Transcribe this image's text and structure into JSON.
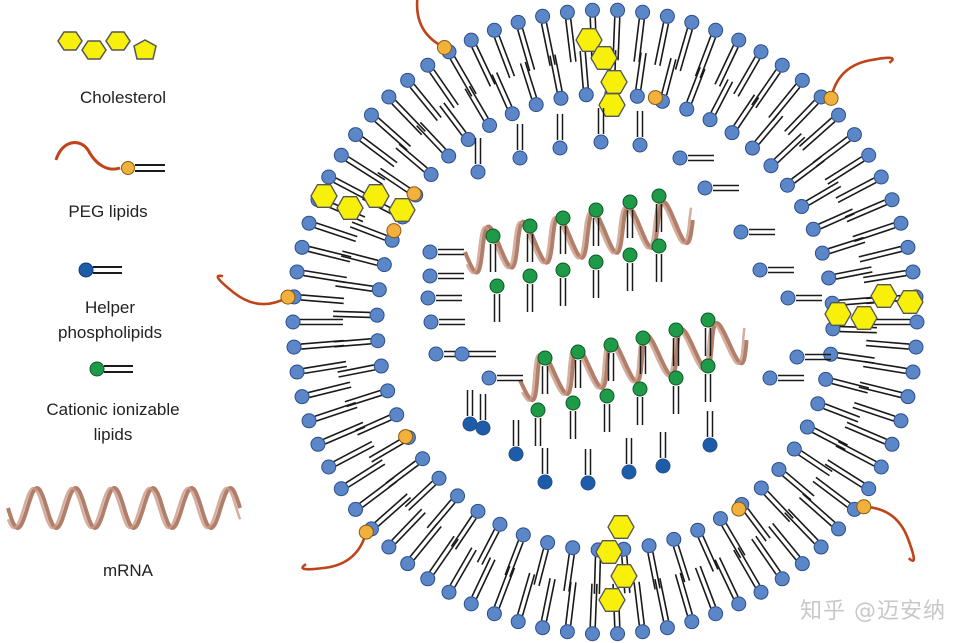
{
  "legend": {
    "cholesterol_label": "Cholesterol",
    "peg_label": "PEG lipids",
    "helper_label_line1": "Helper",
    "helper_label_line2": "phospholipids",
    "cationic_label_line1": "Cationic ionizable",
    "cationic_label_line2": "lipids",
    "mrna_label": "mRNA"
  },
  "watermark": "知乎 @迈安纳",
  "icons": {
    "cholesterol": "cholesterol-icon",
    "peg": "peg-lipid-icon",
    "helper": "helper-phospholipid-icon",
    "cationic": "cationic-lipid-icon",
    "mrna": "mrna-icon"
  },
  "colors": {
    "phospholipid_head": "#5b86c8",
    "head_stroke": "#2c4f8a",
    "peg_head": "#f2b13c",
    "peg_chain": "#c0441a",
    "cholesterol_fill": "#f6f00a",
    "cholesterol_stroke": "#555555",
    "cationic_head": "#1e9a48",
    "helper_dark": "#1c5ca8",
    "mrna": "#a8705a",
    "tail": "#1a1a1a"
  }
}
